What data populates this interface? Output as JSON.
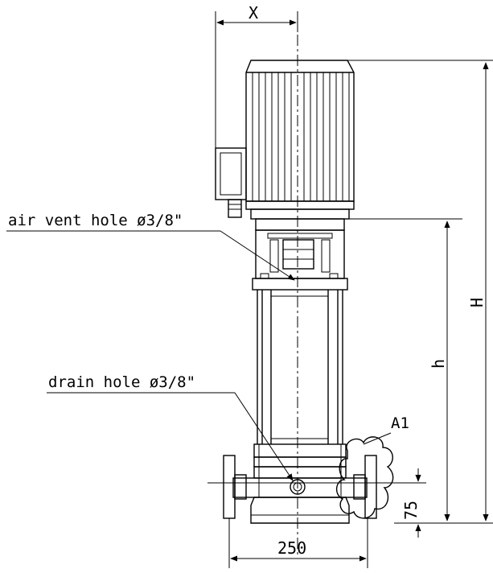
{
  "labels": {
    "air_vent": "air vent hole ø3/8\"",
    "drain": "drain hole ø3/8\"",
    "a1": "A1"
  },
  "dimensions": {
    "x": "X",
    "H": "H",
    "h": "h",
    "width": "250",
    "height_75": "75"
  }
}
